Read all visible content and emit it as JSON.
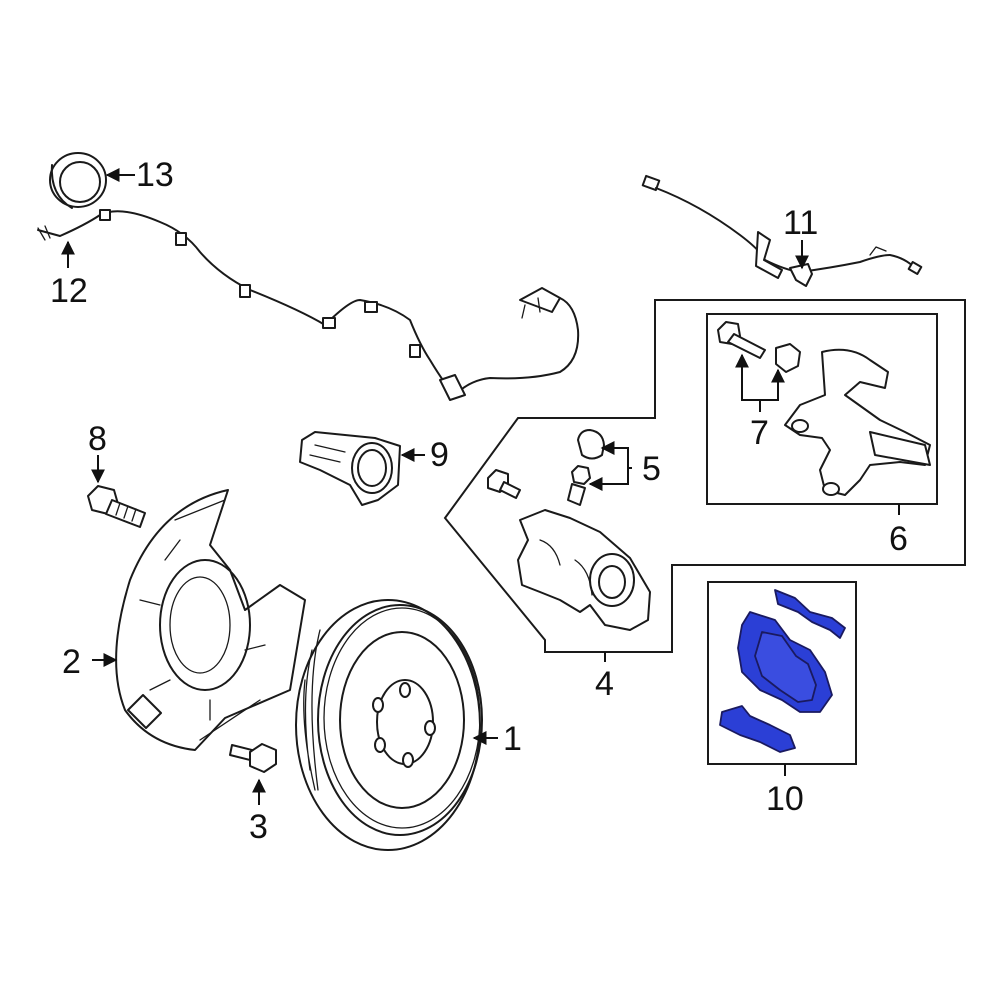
{
  "colors": {
    "line": "#1a1a1a",
    "background": "#ffffff",
    "highlight": "#2b3fd6"
  },
  "callouts": {
    "c1": "1",
    "c2": "2",
    "c3": "3",
    "c4": "4",
    "c5": "5",
    "c6": "6",
    "c7": "7",
    "c8": "8",
    "c9": "9",
    "c10": "10",
    "c11": "11",
    "c12": "12",
    "c13": "13"
  }
}
